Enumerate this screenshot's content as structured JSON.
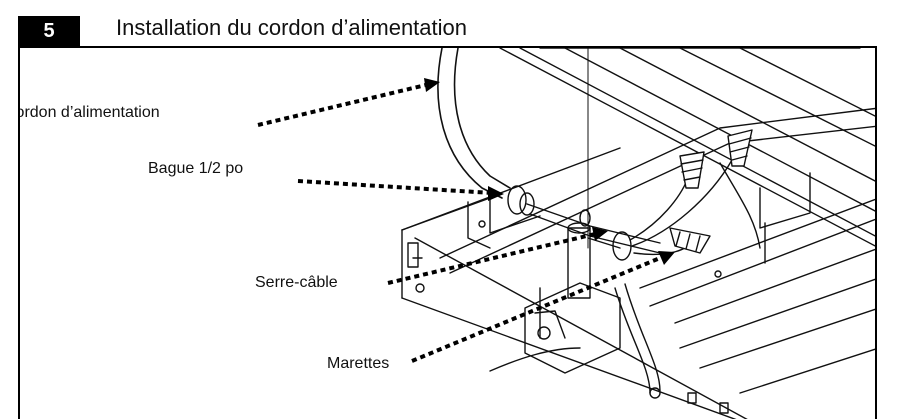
{
  "header": {
    "step_number": "5",
    "title": "Installation du cordon d’alimentation"
  },
  "figure": {
    "callouts": {
      "power_cord": "Cordon d’alimentation",
      "bushing": "Bague 1/2 po",
      "strain_relief": "Serre-câble",
      "wire_nuts": "Marettes"
    }
  }
}
